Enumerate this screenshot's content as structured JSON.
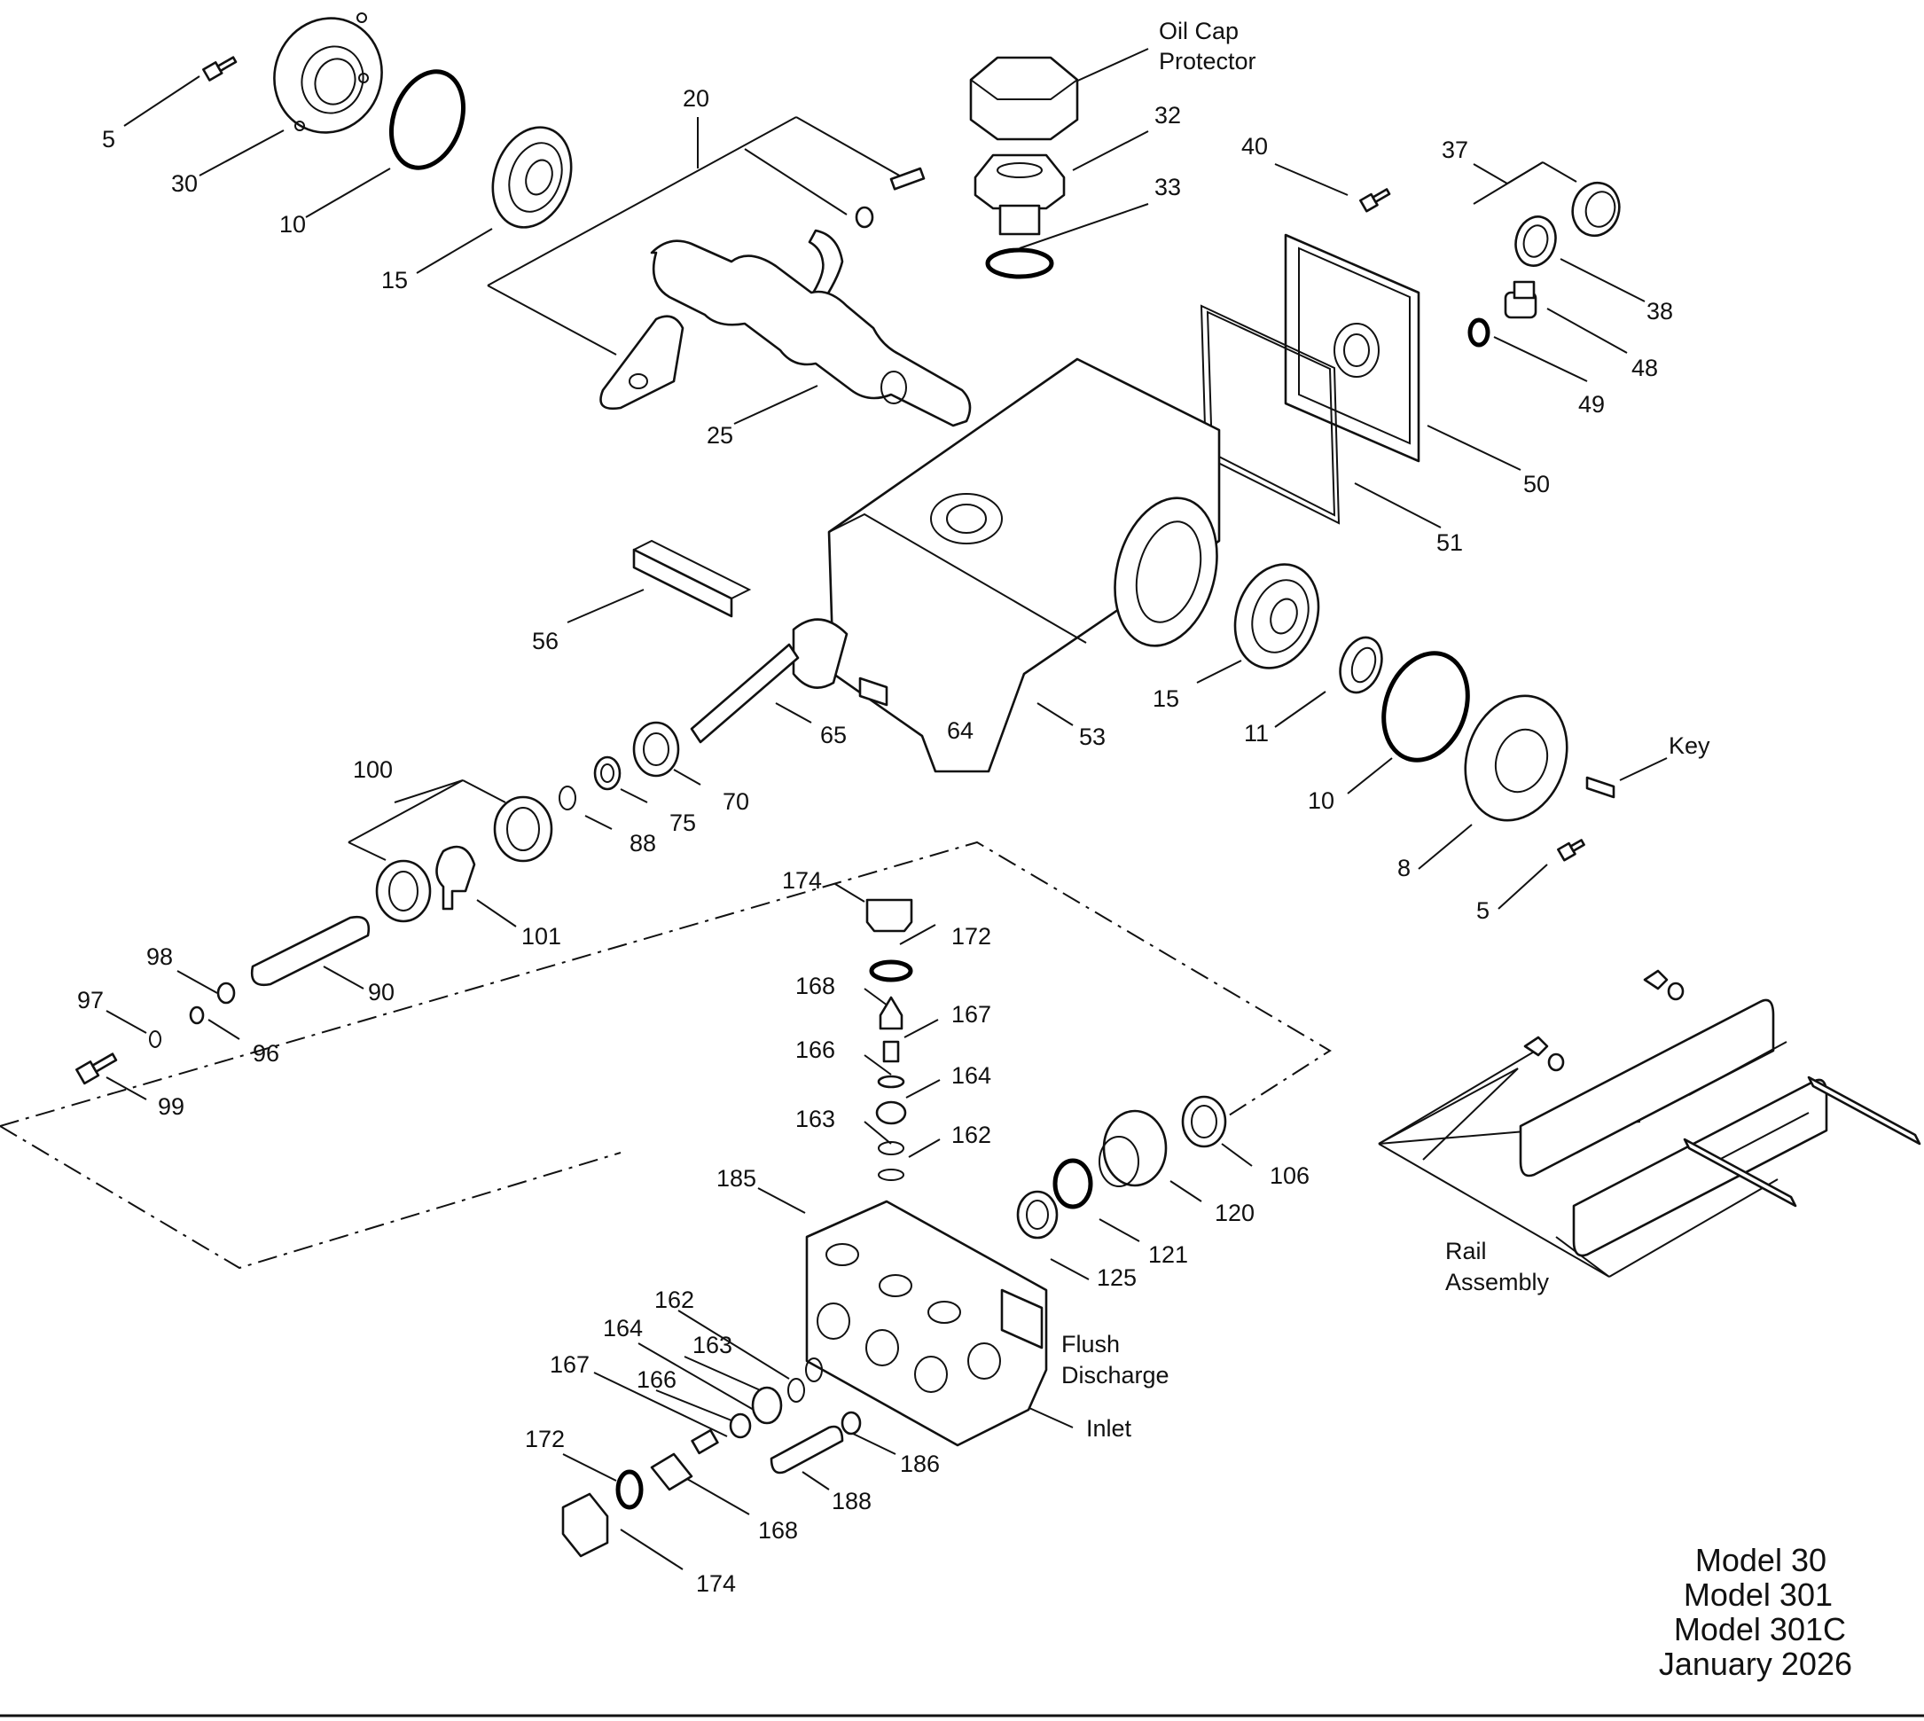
{
  "callouts": {
    "n5a": "5",
    "n30": "30",
    "n10a": "10",
    "n15a": "15",
    "n20": "20",
    "n25": "25",
    "oil_cap_line1": "Oil Cap",
    "oil_cap_line2": "Protector",
    "n32": "32",
    "n33": "33",
    "n40": "40",
    "n37": "37",
    "n38": "38",
    "n48": "48",
    "n49": "49",
    "n50": "50",
    "n51": "51",
    "n56": "56",
    "n65": "65",
    "n64": "64",
    "n53": "53",
    "n15b": "15",
    "n11": "11",
    "n10b": "10",
    "key": "Key",
    "n8": "8",
    "n5b": "5",
    "n100": "100",
    "n88": "88",
    "n75": "75",
    "n70": "70",
    "n101": "101",
    "n90": "90",
    "n98": "98",
    "n97": "97",
    "n96": "96",
    "n99": "99",
    "n174a": "174",
    "n172a": "172",
    "n168a": "168",
    "n167a": "167",
    "n166a": "166",
    "n164a": "164",
    "n163a": "163",
    "n162a": "162",
    "n185": "185",
    "n106": "106",
    "n120": "120",
    "n121": "121",
    "n125": "125",
    "flush": "Flush",
    "discharge": "Discharge",
    "inlet": "Inlet",
    "n162b": "162",
    "n164b": "164",
    "n163b": "163",
    "n167b": "167",
    "n166b": "166",
    "n172b": "172",
    "n186": "186",
    "n188": "188",
    "n168b": "168",
    "n174b": "174",
    "rail_line1": "Rail",
    "rail_line2": "Assembly"
  },
  "title_block": {
    "line1": "Model 30",
    "line2": "Model 301",
    "line3": "Model 301C",
    "line4": "January 2026"
  }
}
